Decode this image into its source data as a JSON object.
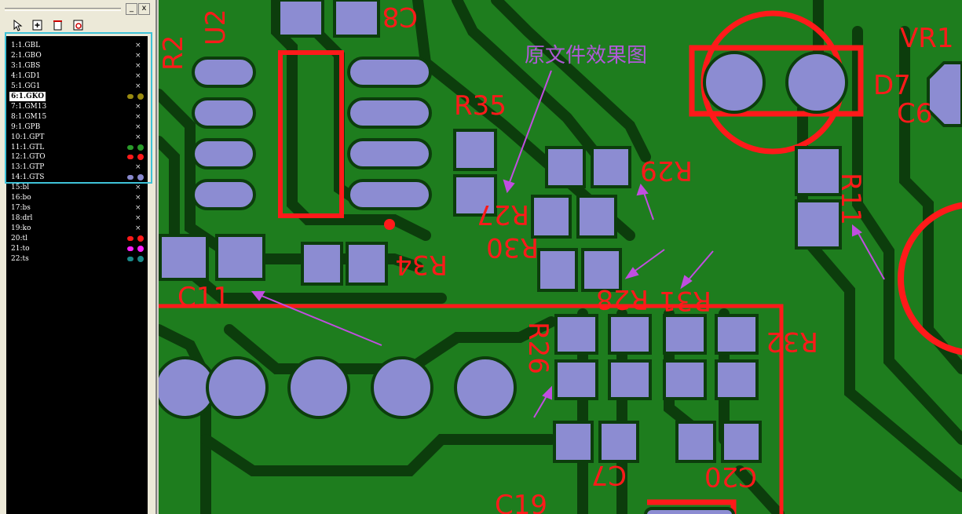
{
  "window": {
    "restore_label": "_",
    "close_label": "x"
  },
  "toolbar": {
    "buttons": [
      "pointer-tool",
      "add-layer",
      "delete-layer",
      "layer-properties"
    ]
  },
  "layers": [
    {
      "label": "1:1.GBL",
      "state": "×"
    },
    {
      "label": "2:1.GBO",
      "state": "×"
    },
    {
      "label": "3:1.GBS",
      "state": "×"
    },
    {
      "label": "4:1.GD1",
      "state": "×"
    },
    {
      "label": "5:1.GG1",
      "state": "×"
    },
    {
      "label": "6:1.GKO",
      "state": "",
      "active": true,
      "color": "#9a8a10"
    },
    {
      "label": "7:1.GM13",
      "state": "×"
    },
    {
      "label": "8:1.GM15",
      "state": "×"
    },
    {
      "label": "9:1.GPB",
      "state": "×"
    },
    {
      "label": "10:1.GPT",
      "state": "×"
    },
    {
      "label": "11:1.GTL",
      "state": "",
      "color": "#2a9a2a"
    },
    {
      "label": "12:1.GTO",
      "state": "",
      "color": "#ff1a1a"
    },
    {
      "label": "13:1.GTP",
      "state": "×"
    },
    {
      "label": "14:1.GTS",
      "state": "",
      "color": "#8888cc"
    },
    {
      "label": "15:bl",
      "state": "×"
    },
    {
      "label": "16:bo",
      "state": "×"
    },
    {
      "label": "17:bs",
      "state": "×"
    },
    {
      "label": "18:drl",
      "state": "×"
    },
    {
      "label": "19:ko",
      "state": "×"
    },
    {
      "label": "20:tl",
      "state": "",
      "color": "#ff1a1a"
    },
    {
      "label": "21:to",
      "state": "",
      "color": "#ff20ff"
    },
    {
      "label": "22:ts",
      "state": "",
      "color": "#1a8a8a"
    }
  ],
  "pcb": {
    "annotation": "原文件效果图",
    "labels": {
      "r2": "R2",
      "u2": "U2",
      "c8": "C8",
      "r35": "R35",
      "r27": "R27",
      "r29": "R29",
      "r30": "R30",
      "r34": "R34",
      "c11": "C11",
      "r28": "R28",
      "r31": "R31",
      "r32": "R32",
      "r26": "R26",
      "r11": "R11",
      "d7": "D7",
      "vr1": "VR1",
      "c6": "C6",
      "c7": "C7",
      "c19": "C19",
      "c20": "C20"
    },
    "colors": {
      "board": "#1e7d1e",
      "trace": "#0c3d0c",
      "pad": "#8c8cd2",
      "silk": "#ff1a1a",
      "annotation": "#b05ad8"
    }
  }
}
